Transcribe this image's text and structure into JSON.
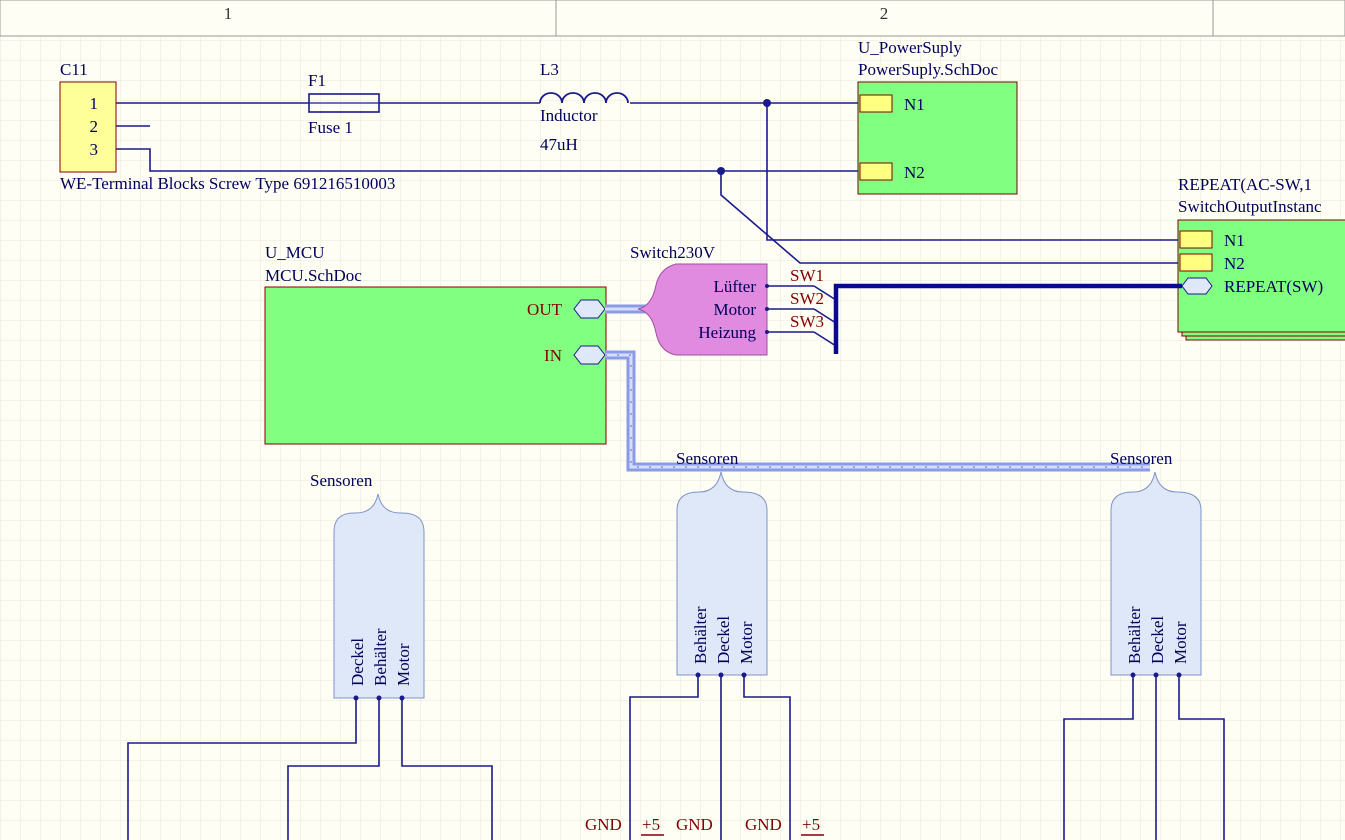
{
  "zones": [
    "1",
    "2"
  ],
  "colors": {
    "wire": "#1a1a8c",
    "label": "#00005a",
    "ref": "#800000",
    "sheet_fill": "#80ff80",
    "pin_fill": "#ffff80",
    "harness_fill": "#dfe8f8",
    "switch_fill": "#e08ae0",
    "bus": "#8a9be8"
  },
  "connector": {
    "ref": "C11",
    "pins": [
      "1",
      "2",
      "3"
    ],
    "description": "WE-Terminal Blocks Screw Type 691216510003"
  },
  "fuse": {
    "ref": "F1",
    "value": "Fuse 1"
  },
  "inductor": {
    "ref": "L3",
    "value": "Inductor",
    "value2": "47uH"
  },
  "power_sheet": {
    "designator": "U_PowerSuply",
    "file": "PowerSuply.SchDoc",
    "ports": [
      "N1",
      "N2"
    ]
  },
  "repeat_sheet": {
    "designator": "REPEAT(AC-SW,1",
    "file": "SwitchOutputInstanc",
    "ports": [
      "N1",
      "N2",
      "REPEAT(SW)"
    ]
  },
  "mcu_sheet": {
    "designator": "U_MCU",
    "file": "MCU.SchDoc",
    "ports": [
      "OUT",
      "IN"
    ]
  },
  "switch_harness": {
    "name": "Switch230V",
    "entries": [
      "Lüfter",
      "Motor",
      "Heizung"
    ],
    "nets": [
      "SW1",
      "SW2",
      "SW3"
    ]
  },
  "sensor_harnesses": [
    {
      "name": "Sensoren",
      "entries": [
        "Deckel",
        "Behälter",
        "Motor"
      ]
    },
    {
      "name": "Sensoren",
      "entries": [
        "Behälter",
        "Deckel",
        "Motor"
      ]
    },
    {
      "name": "Sensoren",
      "entries": [
        "Behälter",
        "Deckel",
        "Motor"
      ]
    }
  ],
  "bus_label": "Sensoren",
  "power_ports": [
    "GND",
    "+5",
    "GND",
    "GND",
    "+5"
  ]
}
